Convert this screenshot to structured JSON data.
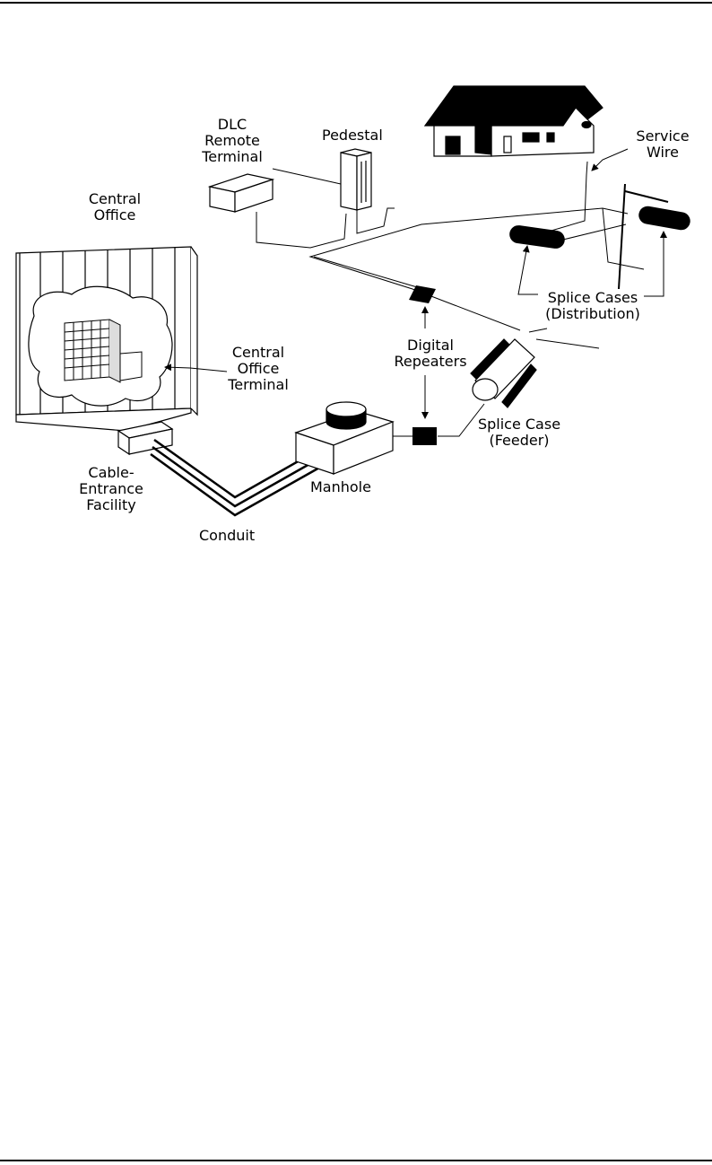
{
  "labels": {
    "dlc_remote_terminal": [
      "DLC",
      "Remote",
      "Terminal"
    ],
    "pedestal": "Pedestal",
    "service_wire": [
      "Service",
      "Wire"
    ],
    "central_office": [
      "Central",
      "Office"
    ],
    "splice_cases_distribution": [
      "Splice Cases",
      "(Distribution)"
    ],
    "central_office_terminal": [
      "Central",
      "Office",
      "Terminal"
    ],
    "digital_repeaters": [
      "Digital",
      "Repeaters"
    ],
    "splice_case_feeder": [
      "Splice Case",
      "(Feeder)"
    ],
    "manhole": "Manhole",
    "cable_entrance_facility": [
      "Cable-",
      "Entrance",
      "Facility"
    ],
    "conduit": "Conduit"
  }
}
